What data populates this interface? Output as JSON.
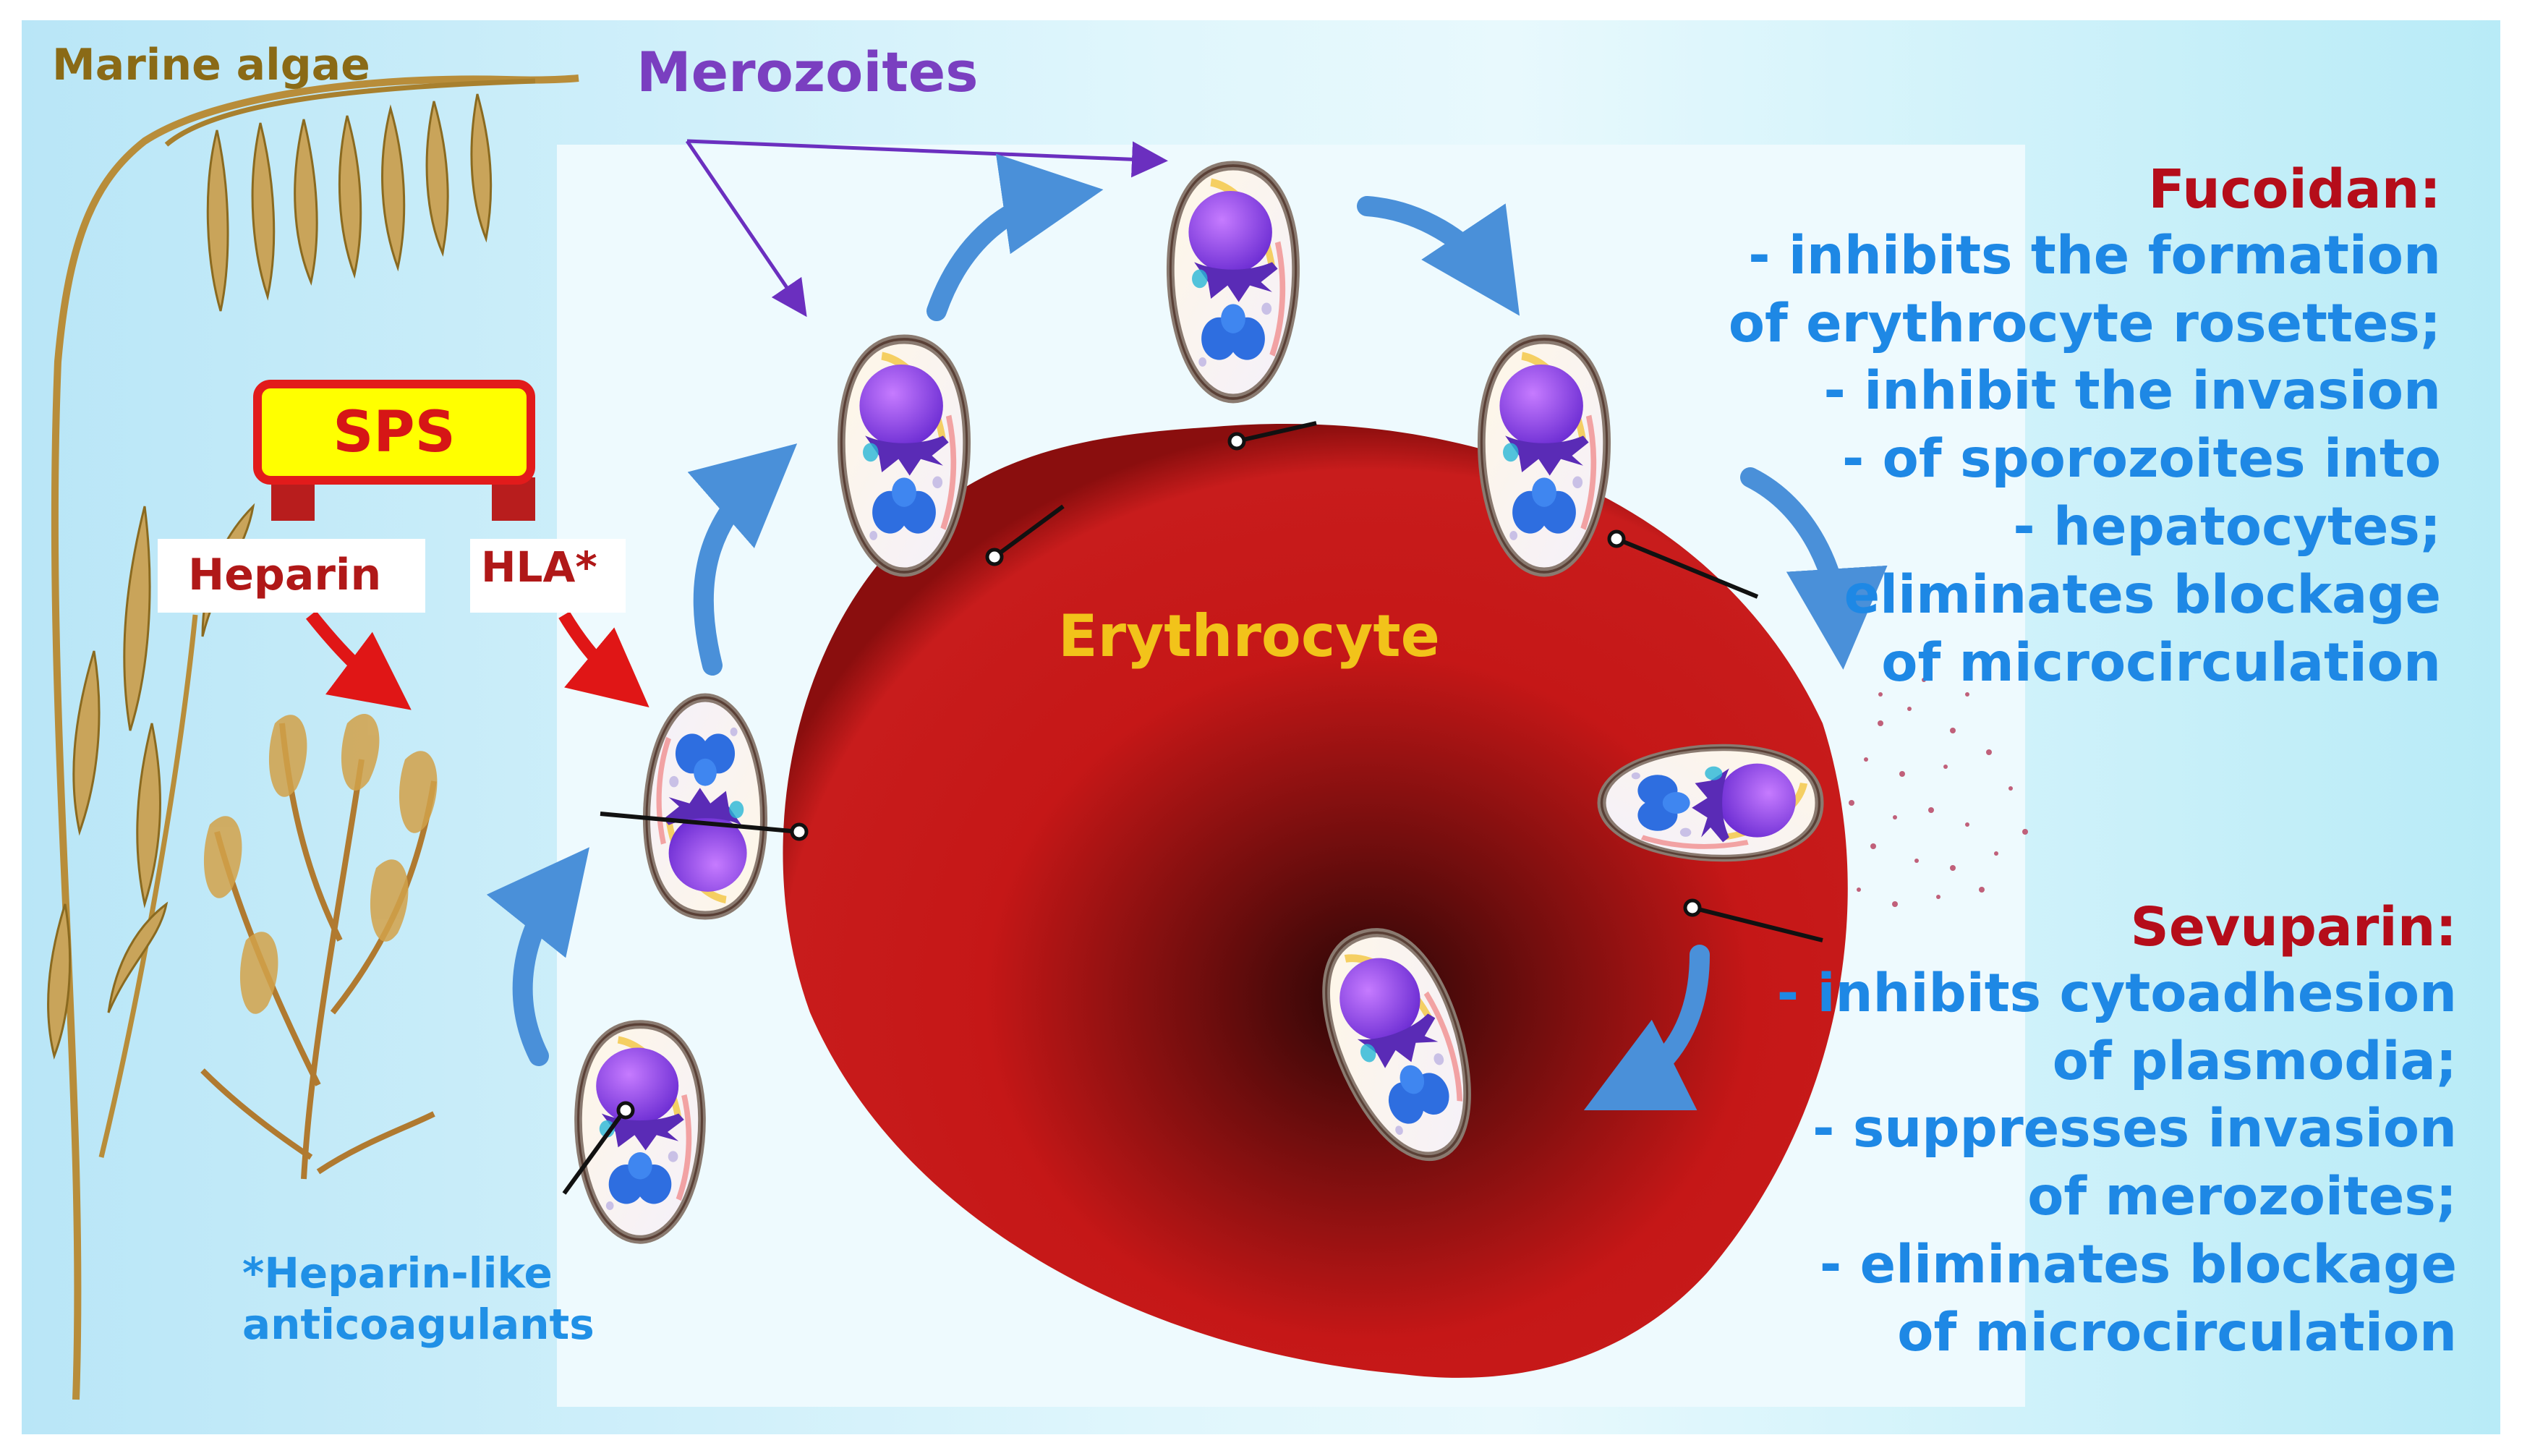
{
  "labels": {
    "marine_algae": "Marine algae",
    "merozoites": "Merozoites",
    "erythrocyte": "Erythrocyte",
    "sps": "SPS",
    "heparin": "Heparin",
    "hla": "HLA*",
    "footnote_line1": "*Heparin-like",
    "footnote_line2": "anticoagulants"
  },
  "fucoidan": {
    "title": "Fucoidan:",
    "lines": [
      "- inhibits  the formation",
      "of erythrocyte  rosettes;",
      "- inhibit  the invasion",
      "-       of sporozoites into",
      "- hepatocytes;",
      "eliminates  blockage",
      "of microcirculation"
    ]
  },
  "sevuparin": {
    "title": "Sevuparin:",
    "lines": [
      "- inhibits  cytoadhesion",
      "of plasmodia;",
      "- suppresses invasion",
      "of merozoites;",
      "- eliminates  blockage",
      "of microcirculation"
    ]
  },
  "colors": {
    "accent_red": "#b50d1a",
    "text_blue": "#1e88e5",
    "merozoite_purple": "#7a3fc0",
    "erythrocyte_label": "#f2c31a",
    "cell_red": "#c41616",
    "arrow_blue": "#4a90d9",
    "sps_fill": "#ffff00",
    "sps_border": "#e21b1b"
  },
  "icons": [
    "marine-algae-illustration",
    "erythrocyte-cell",
    "merozoite-cell",
    "cycle-arrow",
    "dispersal-dots"
  ]
}
